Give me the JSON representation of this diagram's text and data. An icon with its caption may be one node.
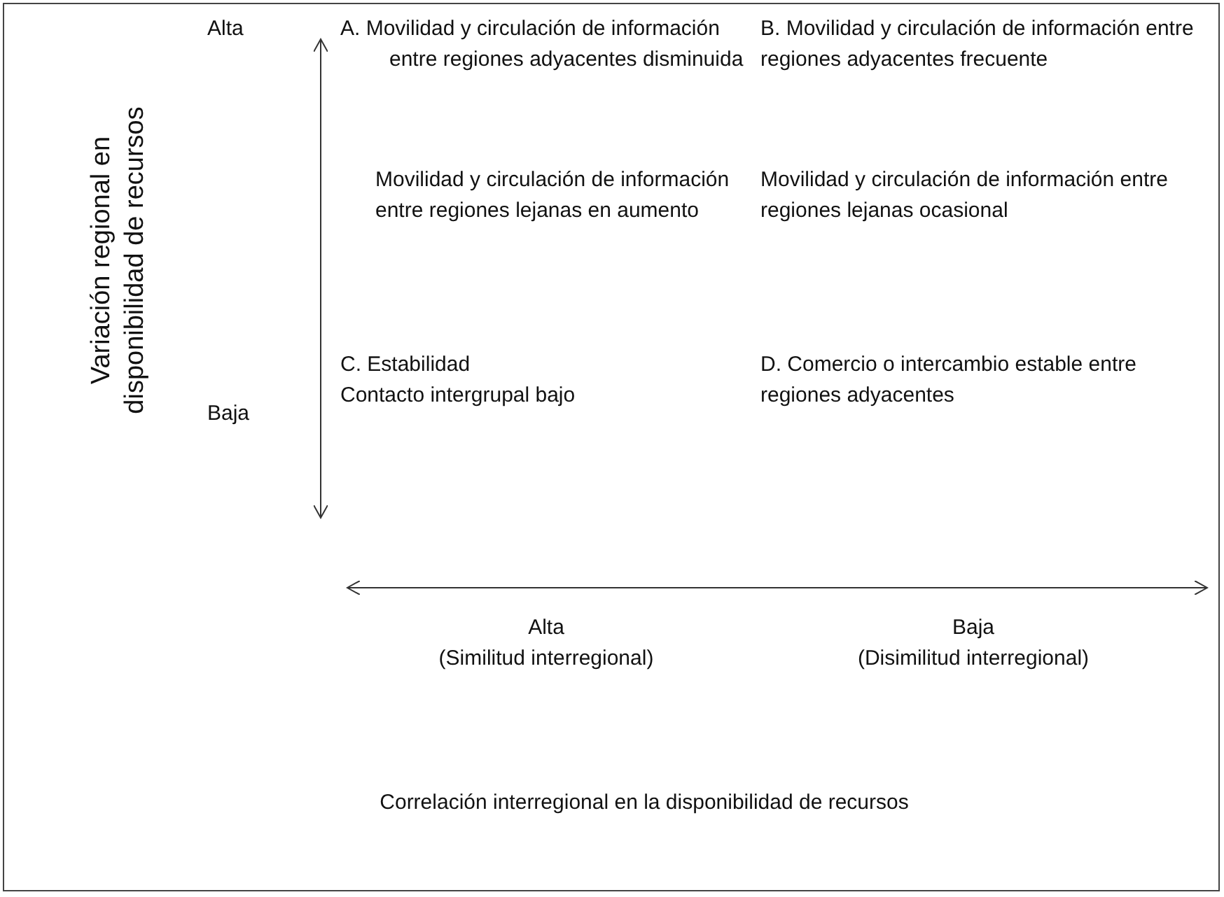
{
  "diagram": {
    "labels": [
      "Variación regional en disponibilidad de recursos",
      "Alta",
      "A. Movilidad y circulación de información entre regiones adyacentes disminuida",
      "B. Movilidad y circulación de información entre regiones adyacentes frecuente",
      "Movilidad y circulación de información entre regiones lejanas en aumento",
      "Movilidad y circulación de información entre regiones lejanas ocasional",
      "C. Estabilidad",
      "Contacto intergrupal bajo",
      "D. Comercio o intercambio estable entre regiones adyacentes",
      "Baja",
      "Alta",
      "(Similitud interregional)",
      "Baja",
      "(Disimilitud interregional)",
      "Correlación interregional en la disponibilidad de recursos"
    ]
  }
}
